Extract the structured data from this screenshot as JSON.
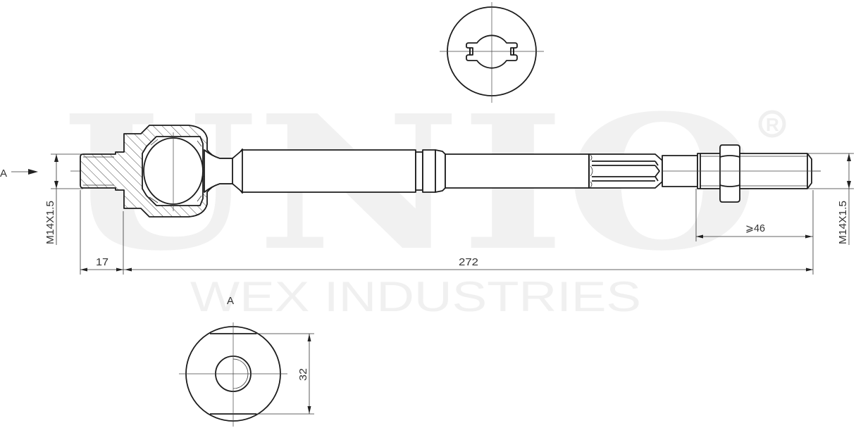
{
  "watermark": {
    "brand": "UNIO",
    "registered_mark": "R",
    "company": "WEX INDUSTRIES",
    "color": "#f1f1f1"
  },
  "drawing": {
    "part": "inner tie rod (axial joint)",
    "line_color": "#1c1c1c",
    "views": {
      "main": "side-section",
      "top": "end-view-splined",
      "bottom": "view-A"
    }
  },
  "labels": {
    "view_arrow": "A",
    "view_A_title": "A",
    "thread_left": "M14X1.5",
    "thread_right": "M14X1.5",
    "dim_thread_length": "17",
    "dim_total_length": "272",
    "dim_min_thread": "⩾46",
    "dim_across_flats": "32"
  },
  "dimensions": {
    "total_length_mm": 272,
    "left_thread_length_mm": 17,
    "right_thread_min_mm": 46,
    "across_flats_mm": 32,
    "left_thread": "M14X1.5",
    "right_thread": "M14X1.5"
  }
}
